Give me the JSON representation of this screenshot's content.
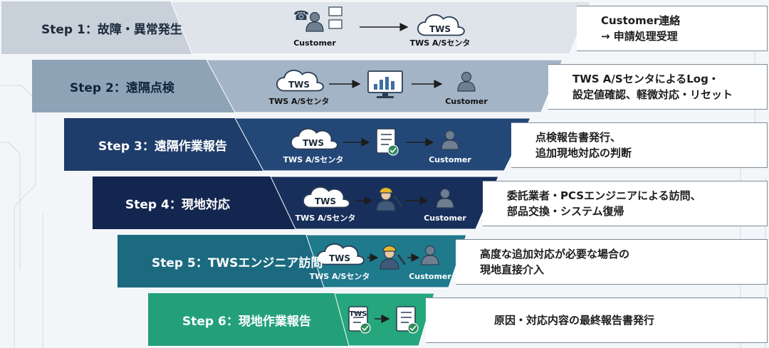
{
  "steps": [
    {
      "label": "Step 1：故障・異常発生",
      "desc1": "Customer連絡",
      "desc2": "→ 申請処理受理",
      "left_caption": "Customer",
      "right_caption": "TWS A/Sセンタ",
      "bar_color": "#c8d0da",
      "band_color": "#dfe4ea",
      "text_color": "#1d2a3a"
    },
    {
      "label": "Step 2：遠隔点検",
      "desc1": "TWS A/SセンタによるLog・",
      "desc2": "設定値確認、軽微対応・リセット",
      "left_caption": "TWS A/Sセンタ",
      "right_caption": "Customer",
      "bar_color": "#8fa3b7",
      "band_color": "#a3b4c6",
      "text_color": "#11233a"
    },
    {
      "label": "Step 3：遠隔作業報告",
      "desc1": "点検報告書発行、",
      "desc2": "追加現地対応の判断",
      "left_caption": "TWS A/Sセンタ",
      "right_caption": "Customer",
      "bar_color": "#1f3d6a",
      "band_color": "#234878",
      "text_color": "#ffffff"
    },
    {
      "label": "Step 4：現地対応",
      "desc1": "委託業者・PCSエンジニアによる訪問、",
      "desc2": "部品交換・システム復帰",
      "left_caption": "TWS A/Sセンタ",
      "right_caption": "Customer",
      "bar_color": "#13264f",
      "band_color": "#182f5c",
      "text_color": "#ffffff"
    },
    {
      "label": "Step 5：TWSエンジニア訪問",
      "desc1": "高度な追加対応が必要な場合の",
      "desc2": "現地直接介入",
      "left_caption": "TWS A/Sセンタ",
      "right_caption": "Customer",
      "bar_color": "#1b6a80",
      "band_color": "#1f7a8c",
      "text_color": "#ffffff"
    },
    {
      "label": "Step 6：現地作業報告",
      "desc1": "原因・対応内容の最終報告書発行",
      "desc2": "",
      "left_caption": "",
      "right_caption": "",
      "bar_color": "#23a07a",
      "band_color": "#25a67d",
      "text_color": "#ffffff"
    }
  ],
  "cloud_text": "TWS",
  "doc_text": "TWS"
}
